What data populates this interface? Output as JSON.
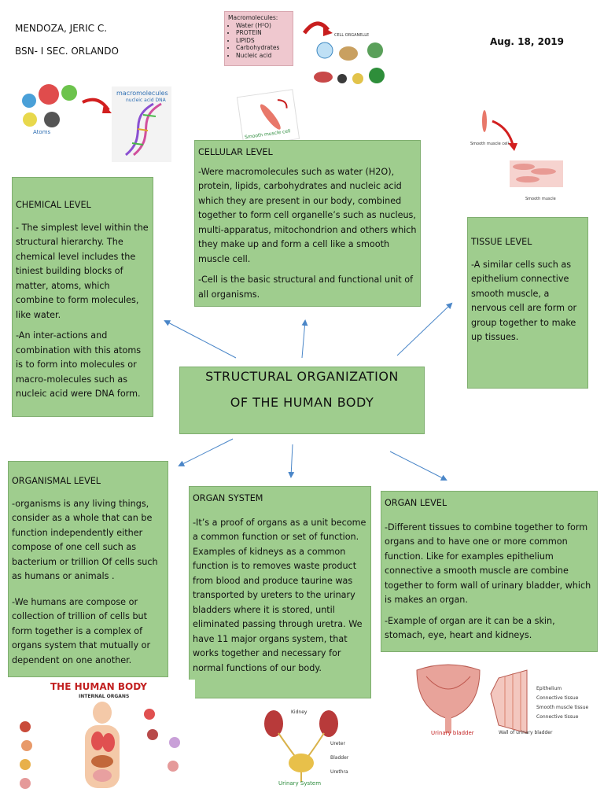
{
  "author": "MENDOZA, JERIC C.",
  "section": "BSN- I SEC. ORLANDO",
  "date": "Aug. 18, 2019",
  "macro_note": {
    "title": "Macromolecules:",
    "items": [
      "Water (H²O)",
      "PROTEIN",
      "LIPIDS",
      "Carbohydrates",
      "Nucleic acid"
    ]
  },
  "images": {
    "atoms_label": "Atoms",
    "macromolecules_label": "macromolecules",
    "macro_sub": "nucleic acid DNA",
    "cell_organelle_label": "CELL ORGANELLE",
    "smooth_muscle_cell_label": "Smooth muscle cell",
    "smooth_muscle_cell_small": "Smooth muscle cell",
    "smooth_muscle_label": "Smooth muscle",
    "human_body_title": "THE HUMAN BODY",
    "human_body_sub": "INTERNAL ORGANS",
    "urinary_system_label": "Urinary System",
    "urinary_parts": [
      "Kidney",
      "Ureter",
      "Bladder",
      "Urethra"
    ],
    "urinary_bladder_label": "Urinary bladder",
    "wall_label": "Wall of urinary bladder",
    "wall_layers": [
      "Epithelium",
      "Connective tissue",
      "Smooth muscle tissue",
      "Connective tissue"
    ]
  },
  "center_title": {
    "line1": "STRUCTURAL ORGANIZATION",
    "line2": "OF THE HUMAN BODY"
  },
  "chemical": {
    "title": "CHEMICAL LEVEL",
    "p1": "- The simplest level within the structural hierarchy. The chemical level includes the tiniest building blocks of matter, atoms, which combine to form molecules, like water.",
    "p2": "-An inter-actions and combination with this atoms is to form into molecules or macro-molecules such as nucleic acid were DNA form."
  },
  "cellular": {
    "title": "CELLULAR LEVEL",
    "p1": "-Were macromolecules such as water (H2O), protein, lipids, carbohydrates and nucleic acid which they are present in our body, combined together to form cell organelle’s such as nucleus, multi-apparatus, mitochondrion and others which they make up and form a cell like a smooth muscle cell.",
    "p2": "-Cell is the basic structural and functional unit of all organisms."
  },
  "tissue": {
    "title": "TISSUE LEVEL",
    "p1": "-A similar cells such as epithelium connective smooth muscle, a nervous cell are form or group together to make up tissues."
  },
  "organismal": {
    "title": "ORGANISMAL LEVEL",
    "p1": "-organisms is any living things, consider as a whole that can be function independently either compose of one cell such as bacterium or trillion Of cells such as humans or animals .",
    "p2": "-We humans are compose or collection of trillion of cells but form together is a complex of organs system that mutually or dependent on one another."
  },
  "organ_system": {
    "title": "ORGAN SYSTEM",
    "p1": "-It’s a proof of organs as a unit become a common function or set of function. Examples of kidneys as a common function is to removes waste product from blood and produce taurine was transported by ureters to the urinary bladders where it is stored, until eliminated passing through uretra. We have 11 major organs system, that works together and necessary for normal functions of our body."
  },
  "organ": {
    "title": "ORGAN LEVEL",
    "p1": "-Different tissues to combine together to form organs and to have one or more common function. Like for examples epithelium connective a smooth muscle are combine together to form wall of urinary bladder, which is makes an organ.",
    "p2": "-Example of organ are it can be a skin, stomach, eye, heart and kidneys."
  },
  "colors": {
    "box_fill": "#9fcd8e",
    "arrow": "#4a86c8",
    "red_arrow": "#d21f1f"
  }
}
